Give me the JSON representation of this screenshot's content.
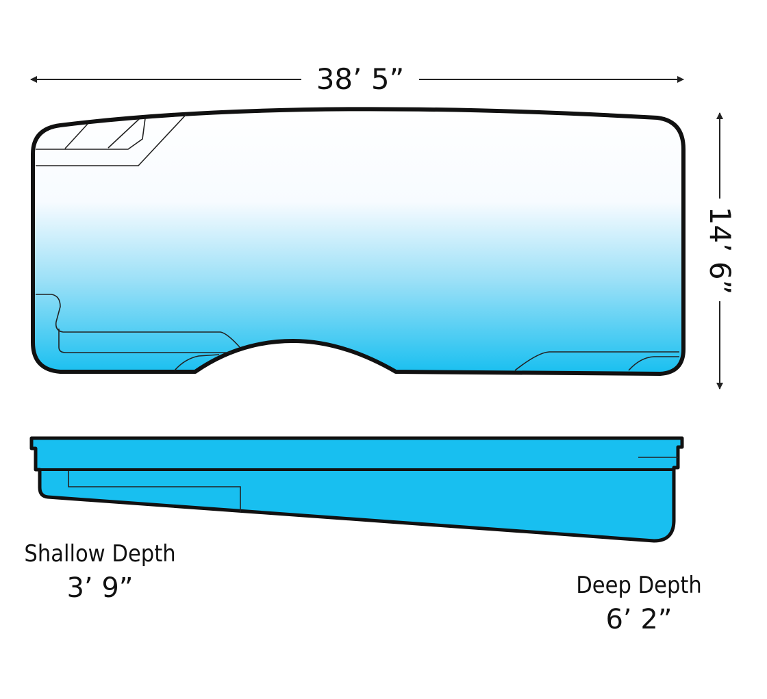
{
  "dimensions": {
    "length": "38’ 5”",
    "width": "14’ 6”"
  },
  "depths": {
    "shallow": {
      "label": "Shallow Depth",
      "value": "3’ 9”"
    },
    "deep": {
      "label": "Deep Depth",
      "value": "6’ 2”"
    }
  },
  "colors": {
    "water_light": "#f9fbff",
    "water_dark": "#18bff0",
    "outline": "#111111"
  }
}
